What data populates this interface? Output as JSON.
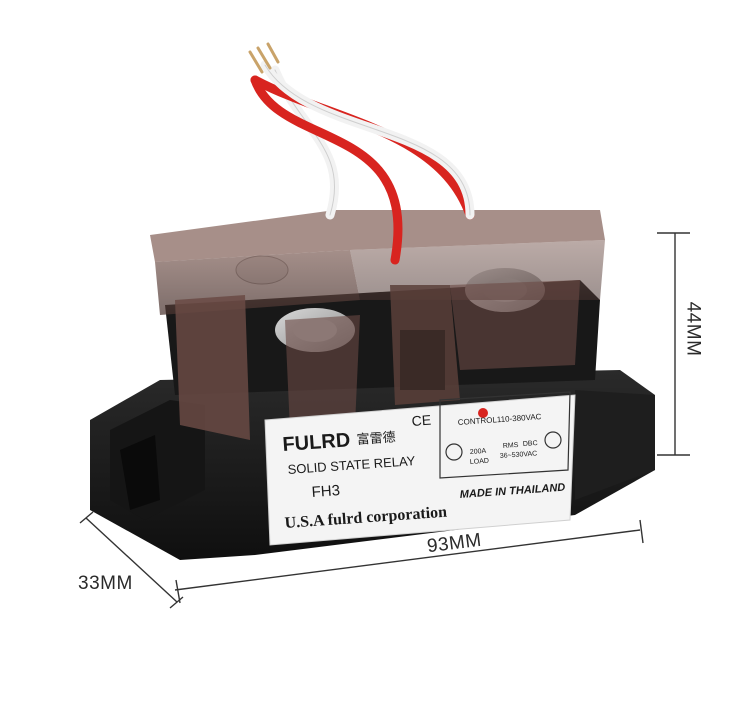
{
  "dimensions": {
    "height": "44MM",
    "width": "93MM",
    "depth": "33MM"
  },
  "label": {
    "brand": "FULRD",
    "brand_chinese": "富雷德",
    "ce_mark": "CE",
    "product": "SOLID STATE RELAY",
    "model": "FH3",
    "corporation": "U.S.A fulrd corporation",
    "origin": "MADE IN THAILAND",
    "control": "CONTROL110-380VAC",
    "current": "200A",
    "load": "LOAD",
    "rms": "RMS",
    "dbc": "DBC",
    "voltage": "36~530VAC"
  },
  "colors": {
    "housing": "#1b1b1b",
    "cover": "#6b4c44",
    "wire_red": "#d8241f",
    "wire_white": "#f2f2f2",
    "label_bg": "#f4f4f4"
  }
}
